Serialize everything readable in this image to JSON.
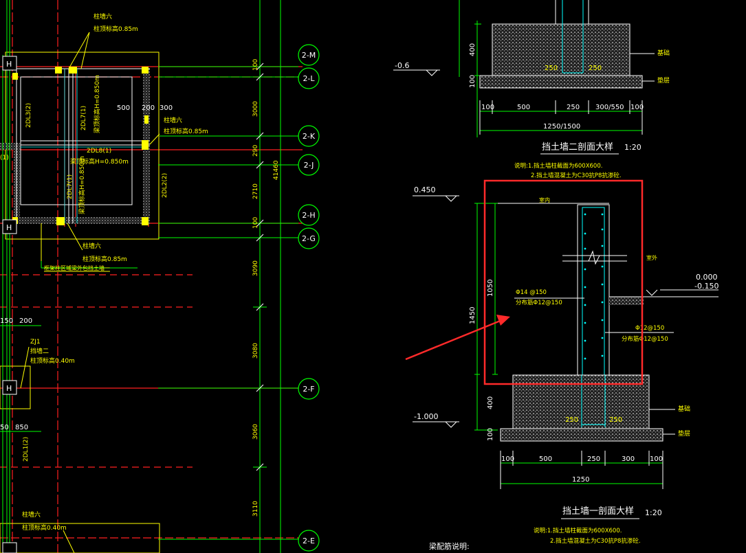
{
  "axis_labels": [
    "2-M",
    "2-L",
    "2-K",
    "2-J",
    "2-H",
    "2-G",
    "2-F",
    "2-E"
  ],
  "dims_vertical": [
    "100",
    "3000",
    "290",
    "2710",
    "100",
    "3090",
    "3080",
    "3060",
    "3110"
  ],
  "dim_total": "41460",
  "left_plan": {
    "top_note_1": "柱墙六",
    "top_note_2": "柱顶标高0.85m",
    "dim_500": "500",
    "dim_200": "200",
    "dim_300": "300",
    "beam_2dl3": "2DL3(2)",
    "beam_2dl7_top": "2DL7(1)",
    "beam_h_top": "梁顶标高H=0.850m",
    "right_note_1": "柱墙六",
    "right_note_2": "柱顶标高0.85m",
    "beam_2dl8": "2DL8(1)",
    "beam_h_mid": "梁顶标高H=0.850m",
    "beam_2dl7_low": "2DL7(1)",
    "beam_h_low": "梁顶标高H=0.850m",
    "beam_2dl2": "2DL2(2)",
    "left_beam": "(1)",
    "bottom_note_1": "柱墙六",
    "bottom_note_2": "柱顶标高0.85m",
    "bottom_note_3": "框架柱区域梁外包挡土墙一",
    "dim_150": "150",
    "dim_200b": "200",
    "zj": "ZJ1",
    "zj_note_1": "挡墙二",
    "zj_note_2": "柱顶标高0.40m",
    "dim_50": "50",
    "dim_850": "850",
    "beam_2dl1": "2DL1(2)",
    "bottom2_note_1": "柱墙六",
    "bottom2_note_2": "柱顶标高0.40m"
  },
  "section_two": {
    "dim_400": "400",
    "dim_100": "100",
    "level": "-0.6",
    "bar_left": "250",
    "bar_right": "250",
    "label_base": "基础",
    "label_cushion": "垫层",
    "dims_bottom": [
      "100",
      "500",
      "250",
      "300/550",
      "100"
    ],
    "dim_total": "1250/1500",
    "title": "挡土墙二剖面大样",
    "scale": "1:20"
  },
  "notes_mid": {
    "line1": "说明:1.挡土墙柱截面为600X600.",
    "line2": "2.挡土墙混凝土为C30抗P8抗渗砼."
  },
  "section_one": {
    "level_top": "0.450",
    "label_indoor": "室内",
    "label_outdoor": "室外",
    "level_ground_1": "0.000",
    "level_ground_2": "-0.150",
    "dim_1050": "1050",
    "dim_1450": "1450",
    "dim_400": "400",
    "dim_100": "100",
    "rebar_left_1": "Φ14 @150",
    "rebar_left_2": "分布筋Φ12@150",
    "rebar_right_1": "Φ12@150",
    "rebar_right_2": "分布筋Φ12@150",
    "level_bottom": "-1.000",
    "bar_left": "250",
    "bar_right": "250",
    "label_base": "基础",
    "label_cushion": "垫层",
    "dims_bottom": [
      "100",
      "500",
      "250",
      "300",
      "100"
    ],
    "dim_total": "1250",
    "title": "挡土墙一剖面大样",
    "scale": "1:20"
  },
  "bottom_notes": {
    "heading": "梁配筋说明:",
    "line1": "说明:1.挡土墙柱截面为600X600.",
    "line2": "2.挡土墙混凝土为C30抗P8抗渗砼."
  },
  "colors": {
    "background": "#000000",
    "green": "#00ff00",
    "red": "#ff2020",
    "yellow": "#ffff00",
    "white": "#ffffff",
    "cyan": "#00ffff",
    "highlight": "#ff2a2a"
  }
}
